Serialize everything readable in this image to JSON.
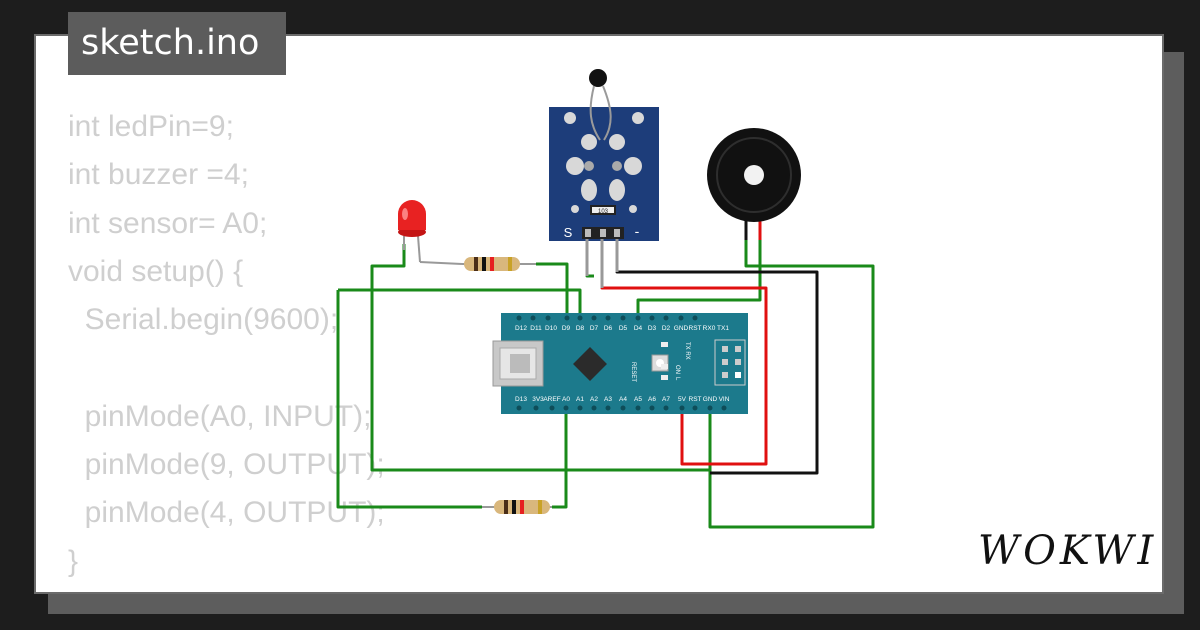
{
  "file_tab": {
    "label": "sketch.ino"
  },
  "code_lines": [
    "int ledPin=9;",
    "int buzzer =4;",
    "int sensor= A0;",
    "void setup() {",
    "  Serial.begin(9600);",
    "",
    "  pinMode(A0, INPUT);",
    "  pinMode(9, OUTPUT);",
    "  pinMode(4, OUTPUT);",
    "}"
  ],
  "brand": {
    "logo_text": "WOKWI"
  },
  "nano": {
    "top_pins": [
      "D12",
      "D11",
      "D10",
      "D9",
      "D8",
      "D7",
      "D6",
      "D5",
      "D4",
      "D3",
      "D2",
      "GND",
      "RST",
      "RX0",
      "TX1"
    ],
    "bottom_pins": [
      "D13",
      "3V3",
      "AREF",
      "A0",
      "A1",
      "A2",
      "A3",
      "A4",
      "A5",
      "A6",
      "A7",
      "5V",
      "RST",
      "GND",
      "VIN"
    ],
    "labels": {
      "reset": "RESET",
      "tx_rx": "TX RX",
      "on": "ON",
      "l": "L"
    }
  },
  "sensor_module": {
    "pin_s": "S",
    "pin_minus": "-",
    "resistor_code": "103"
  },
  "colors": {
    "wire_green": "#1a8a1a",
    "wire_red": "#e01010",
    "wire_black": "#111111",
    "board": "#1c7a8c",
    "sensor_pcb": "#1d3d7a"
  }
}
